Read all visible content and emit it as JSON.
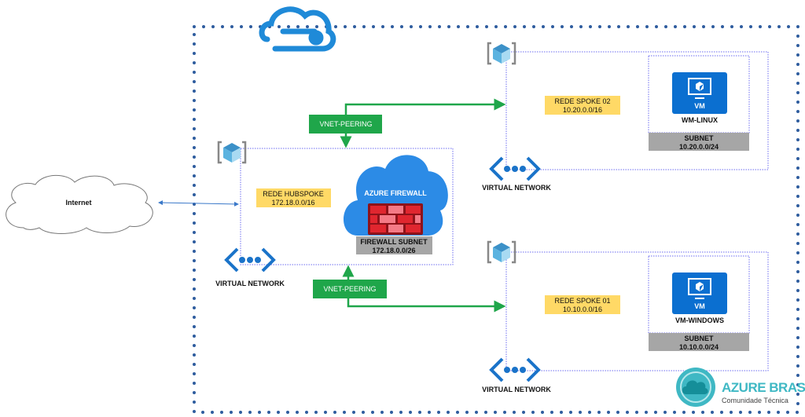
{
  "internet": {
    "label": "Internet"
  },
  "hub": {
    "name": "REDE HUBSPOKE",
    "cidr": "172.18.0.0/16",
    "vnet_label": "VIRTUAL NETWORK",
    "firewall": {
      "label": "AZURE FIREWALL",
      "subnet_label": "FIREWALL SUBNET",
      "subnet_cidr": "172.18.0.0/26"
    }
  },
  "peerings": [
    {
      "label": "VNET-PEERING"
    },
    {
      "label": "VNET-PEERING"
    }
  ],
  "spokes": [
    {
      "name": "REDE SPOKE 02",
      "cidr": "10.20.0.0/16",
      "vm_tile": "VM",
      "vm_name": "WM-LINUX",
      "subnet_label": "SUBNET",
      "subnet_cidr": "10.20.0.0/24",
      "vnet_label": "VIRTUAL NETWORK"
    },
    {
      "name": "REDE SPOKE 01",
      "cidr": "10.10.0.0/16",
      "vm_tile": "VM",
      "vm_name": "VM-WINDOWS",
      "subnet_label": "SUBNET",
      "subnet_cidr": "10.10.0.0/24",
      "vnet_label": "VIRTUAL NETWORK"
    }
  ],
  "brand": {
    "title": "AZURE BRASIL",
    "subtitle": "Comunidade Técnica"
  },
  "colors": {
    "dots": "#2e5c9e",
    "peering": "#1fa64a",
    "label_bg": "#ffd966",
    "subnet_bg": "#a6a6a6",
    "azure": "#0078d4",
    "firewall": "#c8202a",
    "brand": "#3fb8c4"
  }
}
